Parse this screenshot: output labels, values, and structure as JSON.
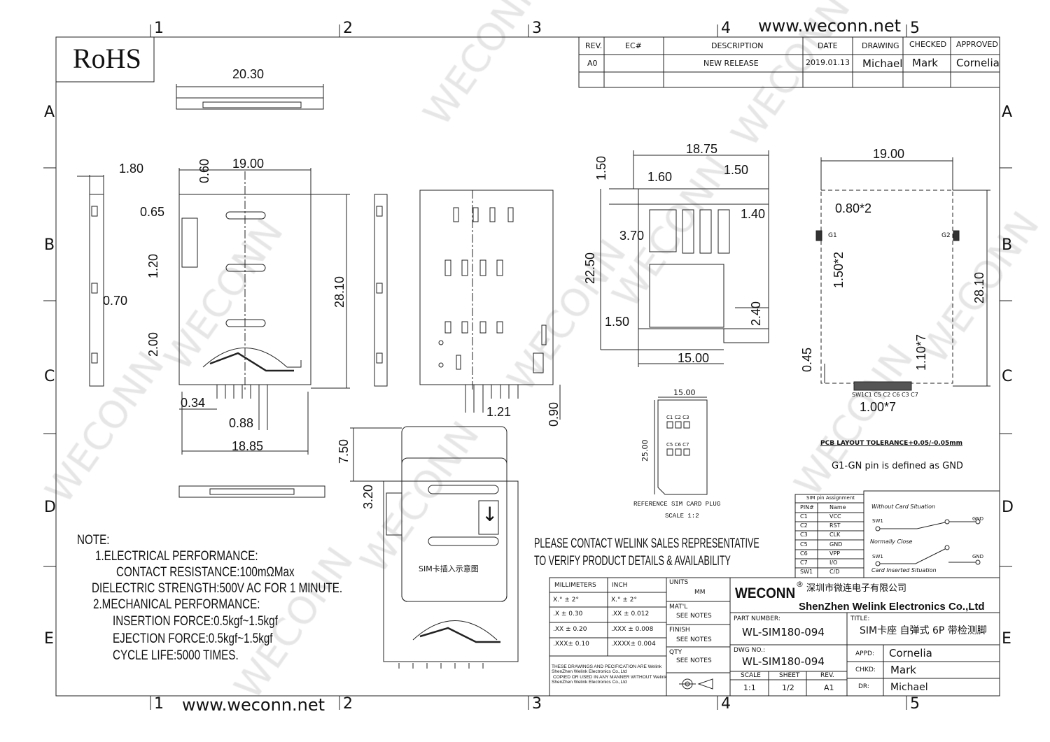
{
  "watermark": "WECONN",
  "rohs": "RoHS",
  "website": "www.weconn.net",
  "grid": {
    "cols": [
      "1",
      "2",
      "3",
      "4",
      "5"
    ],
    "rows": [
      "A",
      "B",
      "C",
      "D",
      "E"
    ]
  },
  "revision_table": {
    "headers": [
      "REV.",
      "EC#",
      "DESCRIPTION",
      "DATE",
      "DRAWING",
      "CHECKED",
      "APPROVED"
    ],
    "rows": [
      [
        "A0",
        "",
        "NEW RELEASE",
        "2019.01.13",
        "Michael",
        "Mark",
        "Cornelia"
      ]
    ]
  },
  "dims": {
    "top_width": "20.30",
    "d1_80": "1.80",
    "d19_00": "19.00",
    "d0_60": "0.60",
    "d0_65": "0.65",
    "d1_20": "1.20",
    "d0_70": "0.70",
    "d2_00": "2.00",
    "d28_10": "28.10",
    "d0_34": "0.34",
    "d0_88": "0.88",
    "d18_85": "18.85",
    "d1_21": "1.21",
    "d0_90": "0.90",
    "d7_50": "7.50",
    "d3_20": "3.20",
    "c18_75": "18.75",
    "c1_50a": "1.50",
    "c1_60": "1.60",
    "c1_50b": "1.50",
    "c1_40": "1.40",
    "c3_70": "3.70",
    "c22_50": "22.50",
    "c1_50c": "1.50",
    "c2_40": "2.40",
    "c15_00": "15.00",
    "p19_00": "19.00",
    "p0_80": "0.80*2",
    "p1_50": "1.50*2",
    "p28_10": "28.10",
    "p0_45": "0.45",
    "p1_10": "1.10*7",
    "p1_00": "1.00*7",
    "pG1": "G1",
    "pG2": "G2",
    "pin_labels": "SW1C1  C5 C2 C6 C3 C7"
  },
  "sim_card_inset": "SIM卡插入示意图",
  "reference_card": {
    "width": "15.00",
    "height": "25.00",
    "top_pins": "C1  C2  C3",
    "bottom_pins": "C5  C6  C7",
    "label": "REFERENCE SIM CARD PLUG",
    "scale": "SCALE 1:2"
  },
  "pcb_tolerance": "PCB LAYOUT TOLERANCE+0.05/-0.05mm",
  "gnd_note": "G1-GN pin is defined as GND",
  "pin_assignment": {
    "title": "SIM pin Assignment",
    "headers": [
      "PIN#",
      "Name"
    ],
    "rows": [
      [
        "C1",
        "VCC"
      ],
      [
        "C2",
        "RST"
      ],
      [
        "C3",
        "CLK"
      ],
      [
        "C5",
        "GND"
      ],
      [
        "C6",
        "VPP"
      ],
      [
        "C7",
        "I/O"
      ],
      [
        "SW1",
        "C/D"
      ]
    ]
  },
  "switch_diagram": {
    "without_card": "Without Card Situation",
    "normally_close": "Normally Close",
    "card_inserted": "Card Inserted Situation",
    "sw1": "SW1",
    "gnd": "GND"
  },
  "contact_note": [
    "PLEASE CONTACT WELINK SALES REPRESENTATIVE",
    "TO VERIFY PRODUCT DETAILS & AVAILABILITY"
  ],
  "notes": [
    "NOTE:",
    "1.ELECTRICAL PERFORMANCE:",
    "CONTACT RESISTANCE:100mΩMax",
    "DIELECTRIC STRENGTH:500V AC FOR 1 MINUTE.",
    "2.MECHANICAL PERFORMANCE:",
    "INSERTION FORCE:0.5kgf~1.5kgf",
    "EJECTION FORCE:0.5kgf~1.5kgf",
    "CYCLE LIFE:5000 TIMES."
  ],
  "tolerance_table": {
    "headers": [
      "MILLIMETERS",
      "INCH"
    ],
    "rows": [
      [
        "X.° ± 2°",
        "X.° ± 2°"
      ],
      [
        ".X   ± 0.30",
        ".XX   ± 0.012"
      ],
      [
        ".XX ± 0.20",
        ".XXX  ± 0.008"
      ],
      [
        ".XXX± 0.10",
        ".XXXX± 0.004"
      ]
    ],
    "disclaimer": [
      "THESE DRAWINGS AND PECIFICATION  ARE Welink",
      "ShenZhen Welink Electronics Co.,Ltd",
      "COPIED OR USED IN ANY MANNER WITHOUT Welink",
      "ShenZhen Welink Electronics Co.,Ltd"
    ]
  },
  "units_col": {
    "units_label": "UNITS",
    "units": "MM",
    "matl_label": "MAT'L",
    "matl": "SEE NOTES",
    "finish_label": "FINISH",
    "finish": "SEE NOTES",
    "qty_label": "QTY",
    "qty": "SEE NOTES"
  },
  "company": {
    "brand": "WECONN",
    "reg": "®",
    "name_cn": "深圳市微连电子有限公司",
    "name_en": "ShenZhen Welink Electronics Co.,Ltd"
  },
  "title_block": {
    "part_number_label": "PART NUMBER:",
    "part_number": "WL-SIM180-094",
    "title_label": "TITLE:",
    "title": "SIM卡座 自弹式 6P 带检测脚",
    "dwg_label": "DWG NO.:",
    "dwg_no": "WL-SIM180-094",
    "scale_label": "SCALE",
    "scale": "1:1",
    "sheet_label": "SHEET",
    "sheet": "1/2",
    "rev_label": "REV.",
    "rev": "A1",
    "appd_label": "APPD:",
    "appd": "Cornelia",
    "chkd_label": "CHKD:",
    "chkd": "Mark",
    "dr_label": "DR:",
    "dr": "Michael"
  }
}
